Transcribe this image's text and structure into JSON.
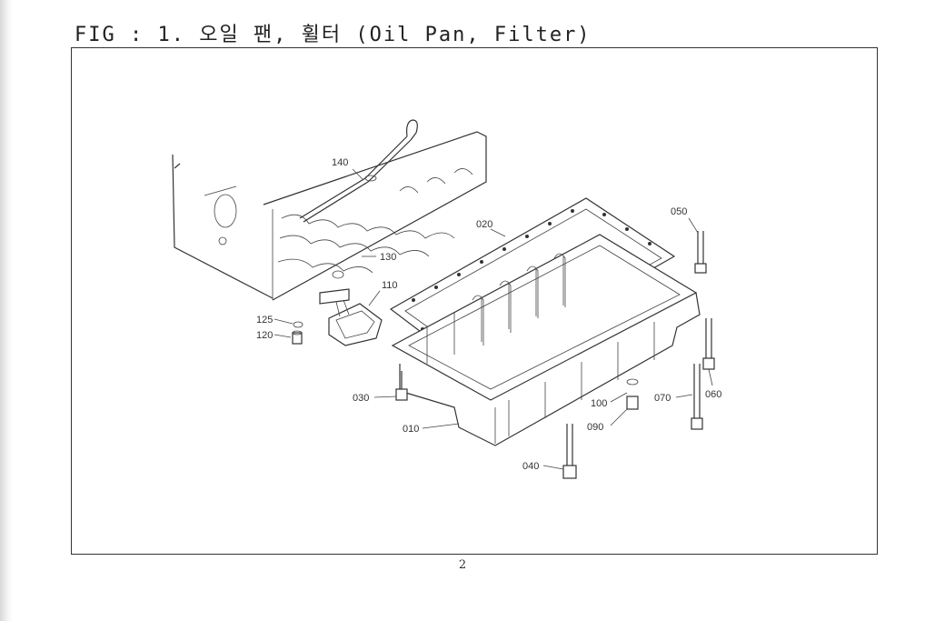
{
  "figure": {
    "title": "FIG : 1. 오일 팬, 휠터 (Oil Pan, Filter)"
  },
  "parts": [
    {
      "id": "010",
      "label": "010"
    },
    {
      "id": "020",
      "label": "020"
    },
    {
      "id": "030",
      "label": "030"
    },
    {
      "id": "040",
      "label": "040"
    },
    {
      "id": "050",
      "label": "050"
    },
    {
      "id": "060",
      "label": "060"
    },
    {
      "id": "070",
      "label": "070"
    },
    {
      "id": "090",
      "label": "090"
    },
    {
      "id": "100",
      "label": "100"
    },
    {
      "id": "110",
      "label": "110"
    },
    {
      "id": "120",
      "label": "120"
    },
    {
      "id": "125",
      "label": "125"
    },
    {
      "id": "130",
      "label": "130"
    },
    {
      "id": "140",
      "label": "140"
    }
  ],
  "page": {
    "number": "2"
  }
}
